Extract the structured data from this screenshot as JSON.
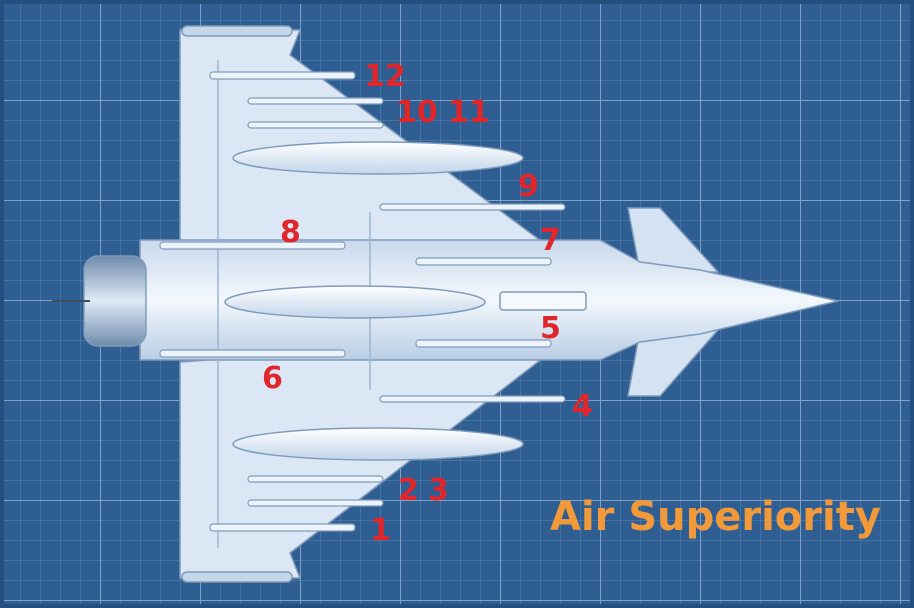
{
  "colors": {
    "background": "#2f5f92",
    "grid_minor": "#5b87b6",
    "grid_major": "#7ea3cb",
    "aircraft_light": "#e8f1fb",
    "aircraft_mid": "#b9cde4",
    "aircraft_dark": "#7f9bbb",
    "label_red": "#e0262a",
    "title_orange": "#f29a3a"
  },
  "title": "Air Superiority",
  "labels": {
    "h1": "1",
    "h2": "2",
    "h3": "3",
    "h4": "4",
    "h5": "5",
    "h6": "6",
    "h7": "7",
    "h8": "8",
    "h9": "9",
    "h10": "10",
    "h11": "11",
    "h12": "12"
  }
}
